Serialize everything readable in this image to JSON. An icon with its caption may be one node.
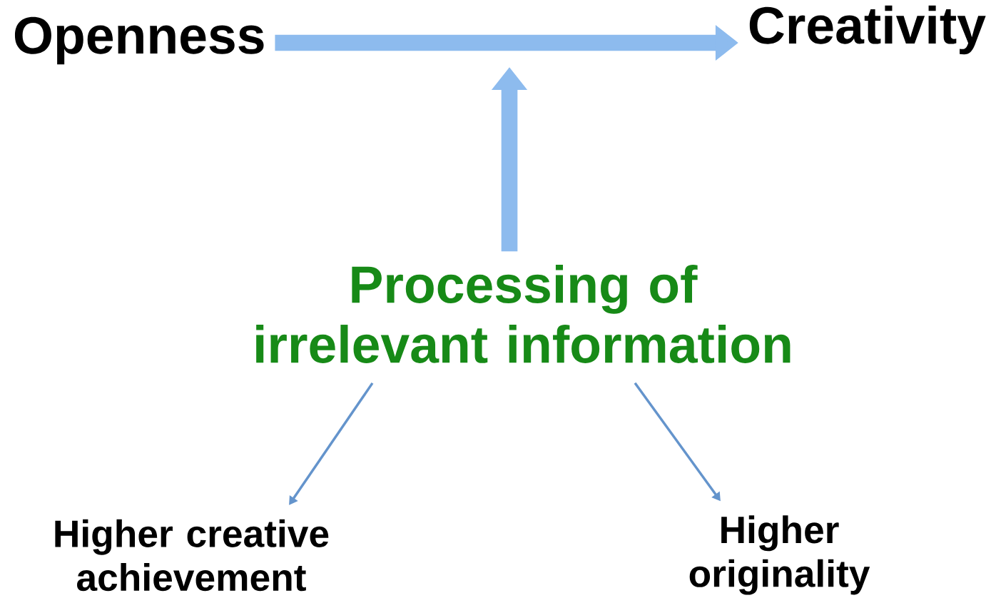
{
  "diagram": {
    "nodes": [
      {
        "text": [
          "Openness"
        ]
      },
      {
        "text": [
          "Creativity"
        ]
      },
      {
        "text": [
          "Processing of irrelevant information"
        ]
      },
      {
        "text": [
          "Higher creative achievement"
        ]
      },
      {
        "text": [
          "Higher originality"
        ]
      }
    ],
    "edges": [
      {
        "from": 0,
        "to": 1,
        "arrow": "to",
        "style": "thick",
        "color": "#8dbbee"
      },
      {
        "from": 2,
        "to": null,
        "arrow": "to",
        "style": "thick",
        "color": "#8dbbee"
      },
      {
        "from": 2,
        "to": 3,
        "arrow": "to"
      },
      {
        "from": 2,
        "to": 4,
        "arrow": "to"
      }
    ]
  }
}
